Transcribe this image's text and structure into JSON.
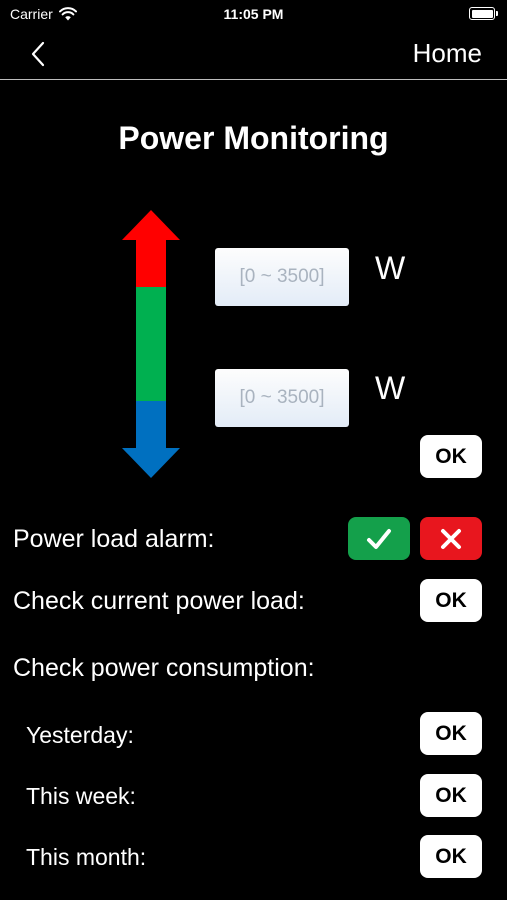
{
  "status_bar": {
    "carrier": "Carrier",
    "time": "11:05 PM"
  },
  "nav": {
    "home_label": "Home"
  },
  "page": {
    "title": "Power Monitoring"
  },
  "thresholds": {
    "upper": {
      "placeholder": "[0 ~ 3500]",
      "unit": "W"
    },
    "lower": {
      "placeholder": "[0 ~ 3500]",
      "unit": "W"
    },
    "ok_label": "OK"
  },
  "alarm": {
    "label": "Power load alarm:"
  },
  "current_load": {
    "label": "Check current power load:",
    "ok_label": "OK"
  },
  "consumption": {
    "label": "Check power consumption:",
    "items": [
      {
        "label": "Yesterday:",
        "ok_label": "OK"
      },
      {
        "label": "This week:",
        "ok_label": "OK"
      },
      {
        "label": "This month:",
        "ok_label": "OK"
      }
    ]
  },
  "colors": {
    "arrow_top": "#ff0000",
    "arrow_middle": "#00b050",
    "arrow_bottom": "#0070c0",
    "alarm_on": "#14a04b",
    "alarm_off": "#e8161e"
  },
  "icons": {
    "wifi": "wifi-icon",
    "battery": "battery-icon",
    "back": "chevron-left-icon",
    "alarm_on": "check-icon",
    "alarm_off": "close-icon",
    "level_arrow": "double-arrow-icon"
  }
}
